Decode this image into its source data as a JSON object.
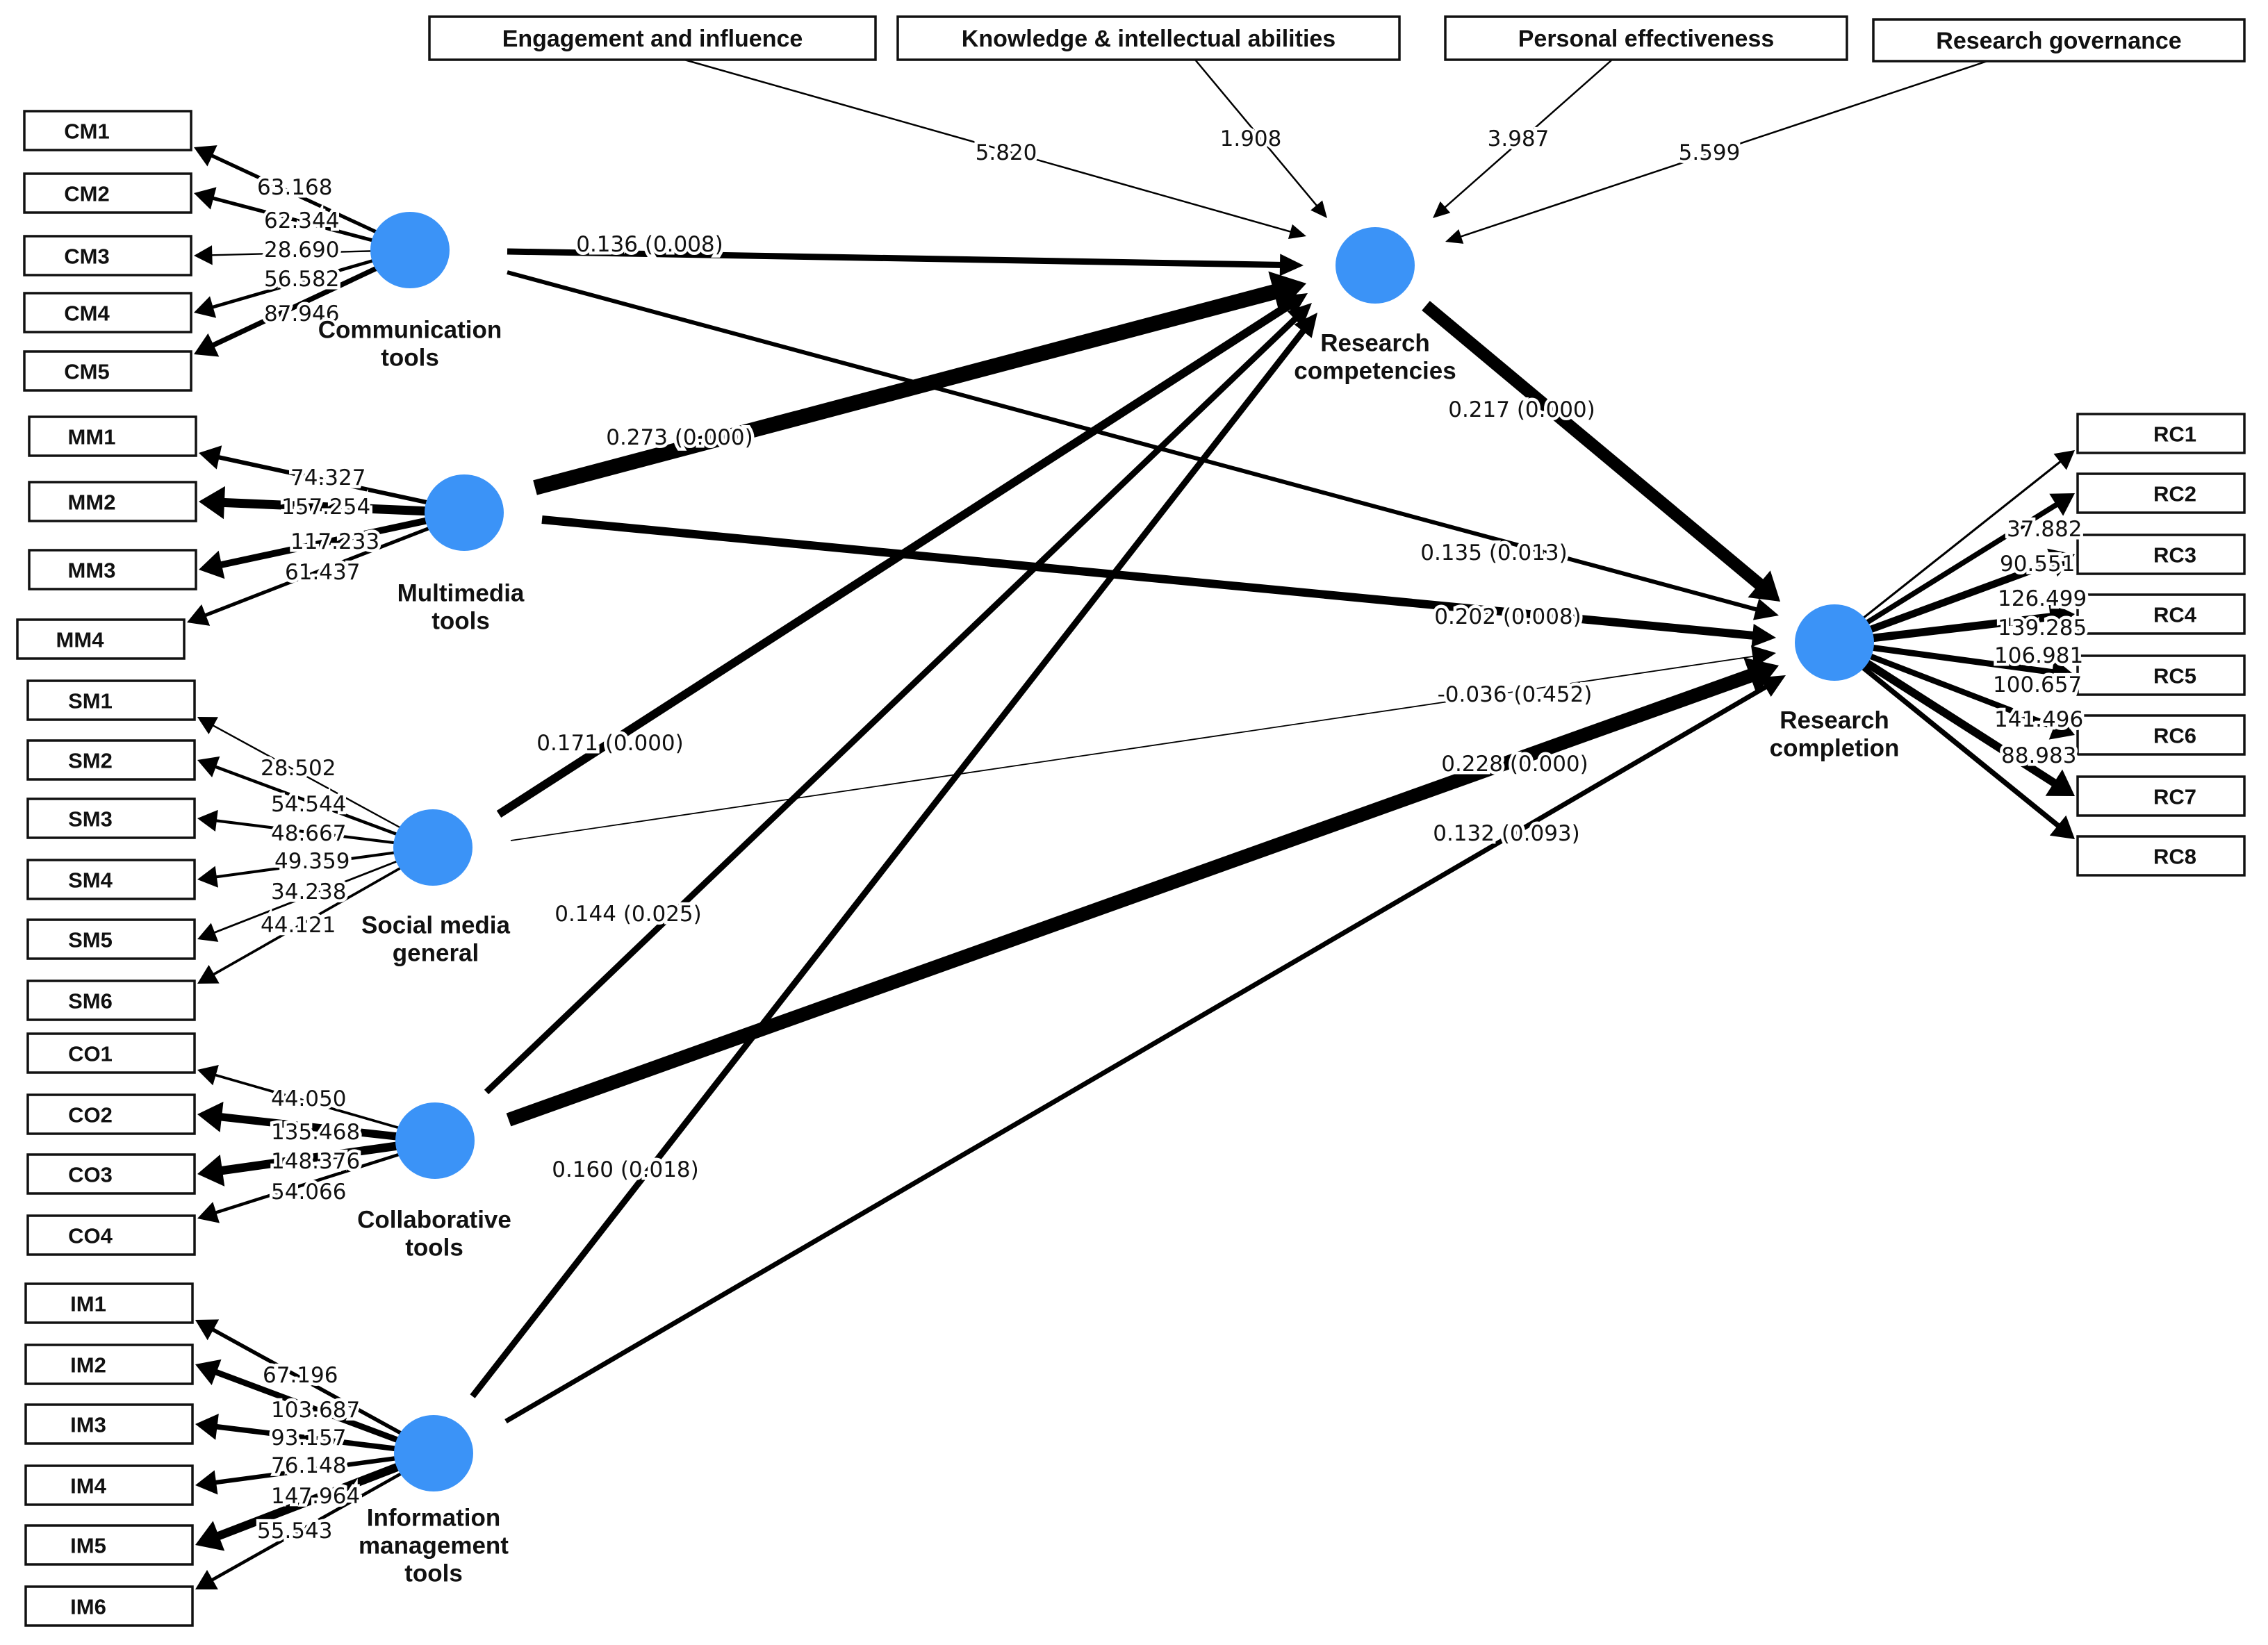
{
  "diagram": {
    "nodes": [
      {
        "id": "comm",
        "label": [
          "Communication",
          "tools"
        ]
      },
      {
        "id": "mm",
        "label": [
          "Multimedia",
          "tools"
        ]
      },
      {
        "id": "sm",
        "label": [
          "Social media",
          "general"
        ]
      },
      {
        "id": "co",
        "label": [
          "Collaborative",
          "tools"
        ]
      },
      {
        "id": "im",
        "label": [
          "Information",
          "management",
          "tools"
        ]
      },
      {
        "id": "rcomp",
        "label": [
          "Research",
          "competencies"
        ]
      },
      {
        "id": "rcpl",
        "label": [
          "Research",
          "completion"
        ]
      }
    ],
    "top_constructs": [
      {
        "id": "eng",
        "label": "Engagement and influence",
        "value": "5.820"
      },
      {
        "id": "know",
        "label": "Knowledge & intellectual abilities",
        "value": "1.908"
      },
      {
        "id": "pers",
        "label": "Personal effectiveness",
        "value": "3.987"
      },
      {
        "id": "gov",
        "label": "Research governance",
        "value": "5.599"
      }
    ],
    "indicator_groups": [
      {
        "node": "comm",
        "items": [
          "CM1",
          "CM2",
          "CM3",
          "CM4",
          "CM5"
        ],
        "loadings": [
          "63.168",
          "62.344",
          "28.690",
          "56.582",
          "87.946"
        ]
      },
      {
        "node": "mm",
        "items": [
          "MM1",
          "MM2",
          "MM3",
          "MM4"
        ],
        "loadings": [
          "74.327",
          "157.254",
          "117.233",
          "61.437"
        ]
      },
      {
        "node": "sm",
        "items": [
          "SM1",
          "SM2",
          "SM3",
          "SM4",
          "SM5",
          "SM6"
        ],
        "loadings": [
          "28.502",
          "54.544",
          "48.667",
          "49.359",
          "34.238",
          "44.121"
        ]
      },
      {
        "node": "co",
        "items": [
          "CO1",
          "CO2",
          "CO3",
          "CO4"
        ],
        "loadings": [
          "44.050",
          "135.468",
          "148.376",
          "54.066"
        ]
      },
      {
        "node": "im",
        "items": [
          "IM1",
          "IM2",
          "IM3",
          "IM4",
          "IM5",
          "IM6"
        ],
        "loadings": [
          "67.196",
          "103.687",
          "93.157",
          "76.148",
          "147.964",
          "55.543"
        ]
      },
      {
        "node": "rcpl",
        "items": [
          "RC1",
          "RC2",
          "RC3",
          "RC4",
          "RC5",
          "RC6",
          "RC7",
          "RC8"
        ],
        "loadings": [
          "37.882",
          "90.551",
          "126.499",
          "139.285",
          "106.981",
          "100.657",
          "141.496",
          "88.983"
        ]
      }
    ],
    "paths": [
      {
        "from": "comm",
        "to": "rcomp",
        "label": "0.136 (0.008)"
      },
      {
        "from": "mm",
        "to": "rcomp",
        "label": "0.273 (0.000)"
      },
      {
        "from": "sm",
        "to": "rcomp",
        "label": "0.171 (0.000)"
      },
      {
        "from": "co",
        "to": "rcomp",
        "label": "0.144 (0.025)"
      },
      {
        "from": "im",
        "to": "rcomp",
        "label": "0.160 (0.018)"
      },
      {
        "from": "rcomp",
        "to": "rcpl",
        "label": "0.217 (0.000)"
      },
      {
        "from": "comm",
        "to": "rcpl",
        "label": "0.135 (0.013)"
      },
      {
        "from": "mm",
        "to": "rcpl",
        "label": "0.202 (0.008)"
      },
      {
        "from": "sm",
        "to": "rcpl",
        "label": "-0.036 (0.452)"
      },
      {
        "from": "co",
        "to": "rcpl",
        "label": "0.228 (0.000)"
      },
      {
        "from": "im",
        "to": "rcpl",
        "label": "0.132 (0.093)"
      }
    ]
  },
  "colors": {
    "node": "#3b93f7",
    "line": "#000000"
  }
}
